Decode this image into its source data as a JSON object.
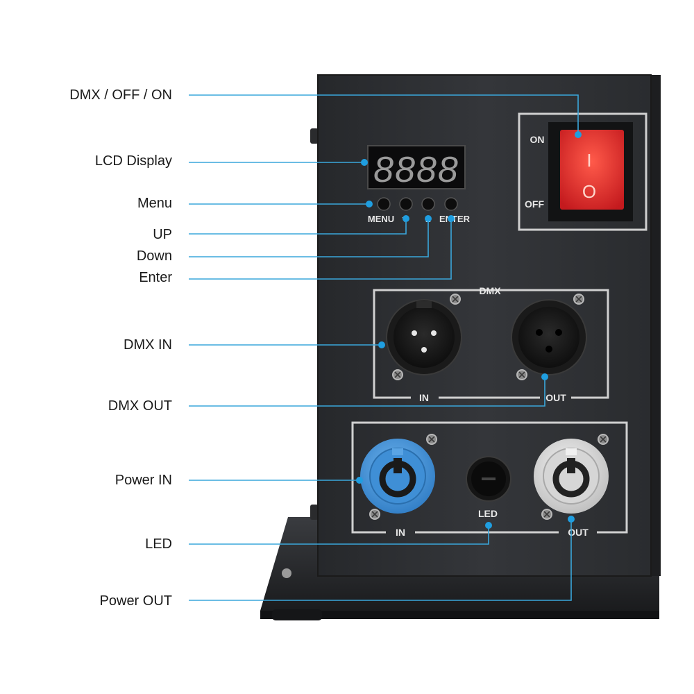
{
  "callouts": [
    {
      "id": "dmx-off-on",
      "label": "DMX / OFF / ON"
    },
    {
      "id": "lcd-display",
      "label": "LCD Display"
    },
    {
      "id": "menu",
      "label": "Menu"
    },
    {
      "id": "up",
      "label": "UP"
    },
    {
      "id": "down",
      "label": "Down"
    },
    {
      "id": "enter",
      "label": "Enter"
    },
    {
      "id": "dmx-in",
      "label": "DMX IN"
    },
    {
      "id": "dmx-out",
      "label": "DMX OUT"
    },
    {
      "id": "power-in",
      "label": "Power IN"
    },
    {
      "id": "led",
      "label": "LED"
    },
    {
      "id": "power-out",
      "label": "Power OUT"
    }
  ],
  "panel": {
    "display_digits": "8888",
    "switch_on": "ON",
    "switch_off": "OFF",
    "switch_mark_on": "I",
    "switch_mark_off": "O",
    "btn_menu": "MENU",
    "btn_down": "▼",
    "btn_up": "▲",
    "btn_enter": "ENTER",
    "dmx_title": "DMX",
    "dmx_in": "IN",
    "dmx_out": "OUT",
    "power_in": "IN",
    "power_led": "LED",
    "power_out": "OUT"
  },
  "colors": {
    "callout_line": "#3aa7dc",
    "chassis": "#2b2d30",
    "switch_red": "#e0262a",
    "powercon_blue": "#3d8fd8",
    "powercon_gray": "#d9d9d9"
  }
}
